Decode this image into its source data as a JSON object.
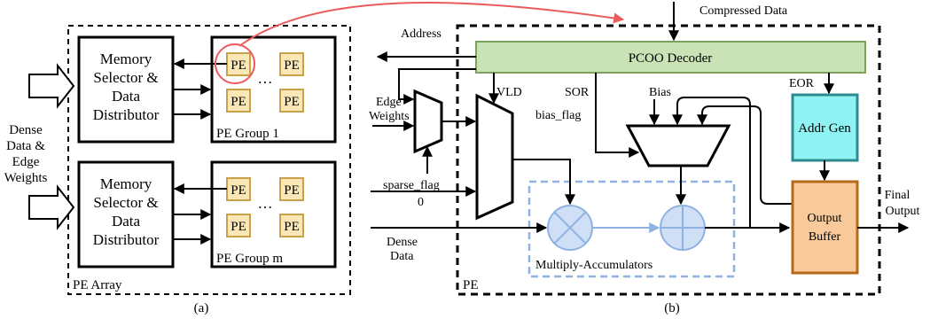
{
  "panel_a": {
    "pe_array_label": "PE Array",
    "caption": "(a)",
    "input_label": [
      "Dense",
      "Data &",
      "Edge",
      "Weights"
    ],
    "selector_label": [
      "Memory",
      "Selector &",
      "Data",
      "Distributor"
    ],
    "pe_label": "PE",
    "ellipsis": "…",
    "group1_label": "PE Group 1",
    "groupm_label": "PE Group m"
  },
  "panel_b": {
    "caption": "(b)",
    "compressed_data": "Compressed Data",
    "address": "Address",
    "decoder": "PCOO Decoder",
    "edge_weights": [
      "Edge",
      "Weights"
    ],
    "vld": "VLD",
    "sor": "SOR",
    "bias_flag": "bias_flag",
    "bias": "Bias",
    "eor": "EOR",
    "addr_gen": "Addr Gen",
    "sparse_flag": "sparse_flag",
    "zero": "0",
    "dense_data": [
      "Dense",
      "Data"
    ],
    "mac_label": "Multiply-Accumulators",
    "pe_label": "PE",
    "output_buffer": [
      "Output",
      "Buffer"
    ],
    "final_output": [
      "Final",
      "Output"
    ]
  },
  "colors": {
    "pe_fill": "#fbe7b6",
    "pe_stroke": "#c8a24a",
    "decoder_fill": "#c9e2b6",
    "decoder_stroke": "#7aa35e",
    "addr_fill": "#8ff3f3",
    "addr_stroke": "#2c8a92",
    "buffer_fill": "#f8c99a",
    "buffer_stroke": "#b66a18",
    "mac_fill": "#cfe0f6",
    "mac_stroke": "#8fb2e2",
    "highlight": "#ea5b5b"
  }
}
